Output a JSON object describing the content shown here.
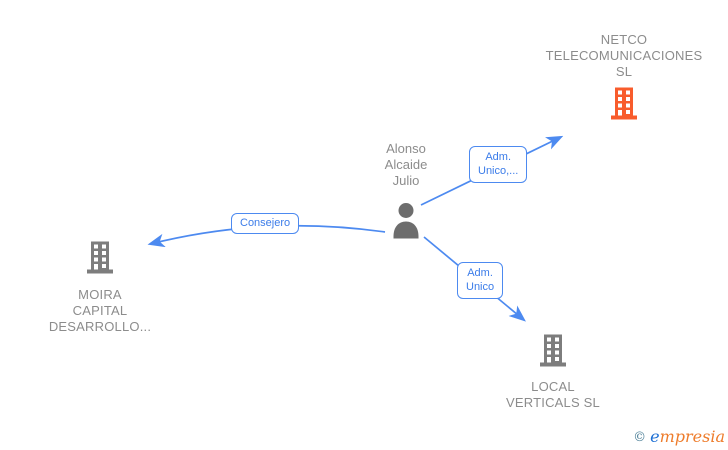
{
  "colors": {
    "edge_blue": "#4d8af0",
    "edge_label_text_blue": "#3b7ce9",
    "node_text_gray": "#8c8c8c",
    "building_gray": "#7d7d7d",
    "building_orange": "#f85c2c",
    "person_gray": "#6d6d6d",
    "background": "#ffffff"
  },
  "nodes": {
    "person": {
      "type": "person",
      "label_lines": [
        "Alonso",
        "Alcaide",
        "Julio"
      ],
      "icon": "person-icon",
      "icon_color": "#6d6d6d"
    },
    "netco": {
      "type": "company",
      "label_lines": [
        "NETCO",
        "TELECOMUNICACIONES",
        "SL"
      ],
      "icon": "building-icon",
      "icon_color": "#f85c2c"
    },
    "moira": {
      "type": "company",
      "label_lines": [
        "MOIRA",
        "CAPITAL",
        "DESARROLLO..."
      ],
      "icon": "building-icon",
      "icon_color": "#7d7d7d"
    },
    "local_verticals": {
      "type": "company",
      "label_lines": [
        "LOCAL",
        "VERTICALS SL"
      ],
      "icon": "building-icon",
      "icon_color": "#7d7d7d"
    }
  },
  "edges": {
    "person_netco": {
      "from": "person",
      "to": "netco",
      "label_lines": [
        "Adm.",
        "Unico,..."
      ]
    },
    "person_moira": {
      "from": "person",
      "to": "moira",
      "label_lines": [
        "Consejero"
      ]
    },
    "person_local": {
      "from": "person",
      "to": "local_verticals",
      "label_lines": [
        "Adm.",
        "Unico"
      ]
    }
  },
  "watermark": {
    "copyright_symbol": "©",
    "brand_first_letter": "e",
    "brand_rest": "mpresia"
  }
}
